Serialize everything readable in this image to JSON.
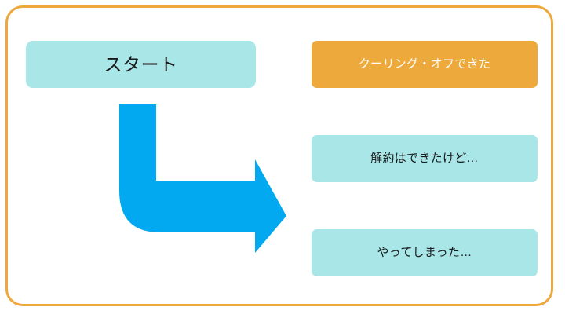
{
  "slide": {
    "background_color": "#FFFFFF",
    "frame_border_color": "#EDA93C"
  },
  "palette": {
    "cyan_fill": "#A8E6E8",
    "orange_fill": "#EDA93C",
    "arrow_blue": "#03A9F0",
    "dark_text": "#1A1A1A",
    "white_text": "#FFFFFF"
  },
  "start": {
    "label": "スタート",
    "fill": "#A8E6E8",
    "text_color": "#1A1A1A"
  },
  "arrow": {
    "name": "bent-arrow-down-right",
    "color": "#03A9F0",
    "direction": "down-then-right"
  },
  "outcomes": [
    {
      "label": "クーリング・オフできた",
      "fill": "#EDA93C",
      "text_color": "#FFFFFF",
      "highlighted": "true"
    },
    {
      "label": "解約はできたけど…",
      "fill": "#A8E6E8",
      "text_color": "#1A1A1A",
      "highlighted": "false"
    },
    {
      "label": "やってしまった…",
      "fill": "#A8E6E8",
      "text_color": "#1A1A1A",
      "highlighted": "false"
    }
  ]
}
